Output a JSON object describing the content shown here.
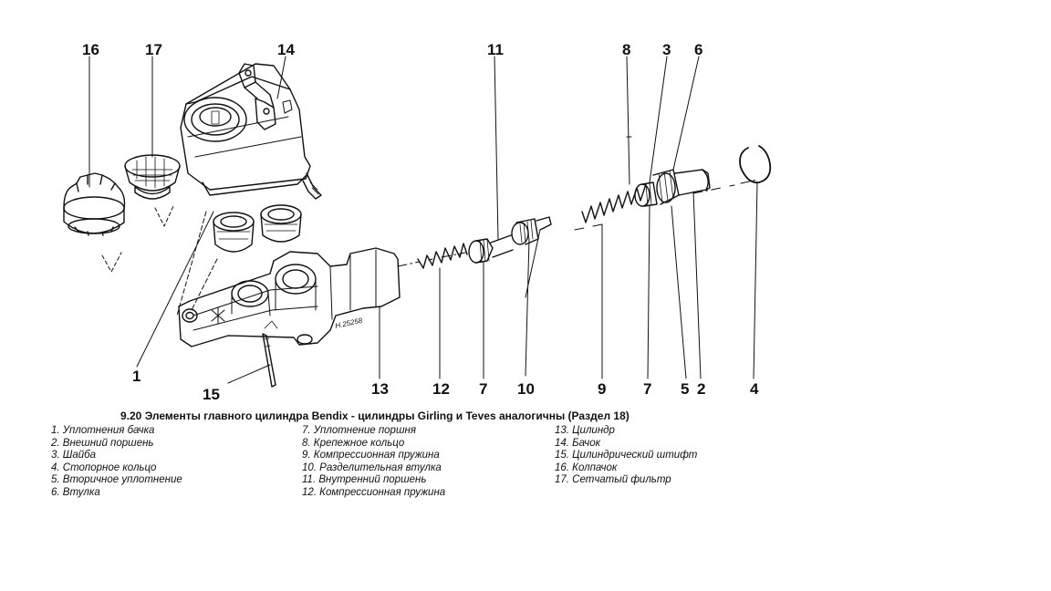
{
  "labels": {
    "l1": "1",
    "l2": "2",
    "l3": "3",
    "l4": "4",
    "l5": "5",
    "l6": "6",
    "l7a": "7",
    "l7b": "7",
    "l8": "8",
    "l9": "9",
    "l10": "10",
    "l11": "11",
    "l12": "12",
    "l13": "13",
    "l14": "14",
    "l15": "15",
    "l16": "16",
    "l17": "17"
  },
  "stamp": "H.25258",
  "caption": "9.20 Элементы главного цилиндра Bendix - цилиндры Girling и Teves аналогичны (Раздел 18)",
  "legend": {
    "col1": [
      "1. Уплотнения бачка",
      "2. Внешний поршень",
      "3. Шайба",
      "4. Стопорное кольцо",
      "5. Вторичное уплотнение",
      "6. Втулка"
    ],
    "col2": [
      "7. Уплотнение поршня",
      "8. Крепежное кольцо",
      "9. Компрессионная пружина",
      "10. Разделительная втулка",
      "11. Внутренний поршень",
      "12. Компрессионная пружина"
    ],
    "col3": [
      "13. Цилиндр",
      "14. Бачок",
      "15. Цилиндрический штифт",
      "16. Колпачок",
      "17. Сетчатый фильтр"
    ]
  }
}
